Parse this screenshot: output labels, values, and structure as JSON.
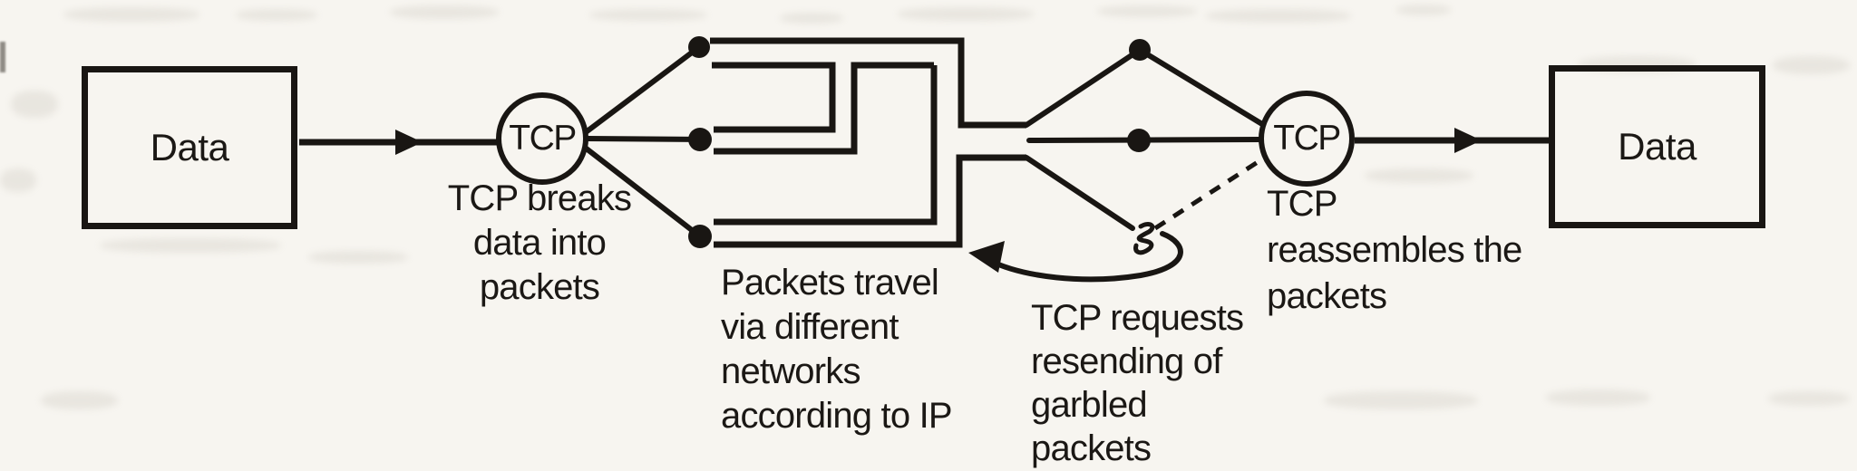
{
  "palette": {
    "paper": "#f7f5f0",
    "ink": "#191613"
  },
  "nodes": {
    "source_box": {
      "label": "Data"
    },
    "dest_box": {
      "label": "Data"
    },
    "tcp_left": {
      "label": "TCP"
    },
    "tcp_right": {
      "label": "TCP"
    }
  },
  "annotations": {
    "tcp_breaks": {
      "lines": [
        "TCP breaks",
        "data into",
        "packets"
      ]
    },
    "packets_travel": {
      "lines": [
        "Packets travel",
        "via different",
        "networks",
        "according to IP"
      ]
    },
    "tcp_requests": {
      "lines": [
        "TCP requests",
        "resending of",
        "garbled",
        "packets"
      ]
    },
    "tcp_reassembles": {
      "lines": [
        "TCP",
        "reassembles the",
        "packets"
      ]
    }
  }
}
